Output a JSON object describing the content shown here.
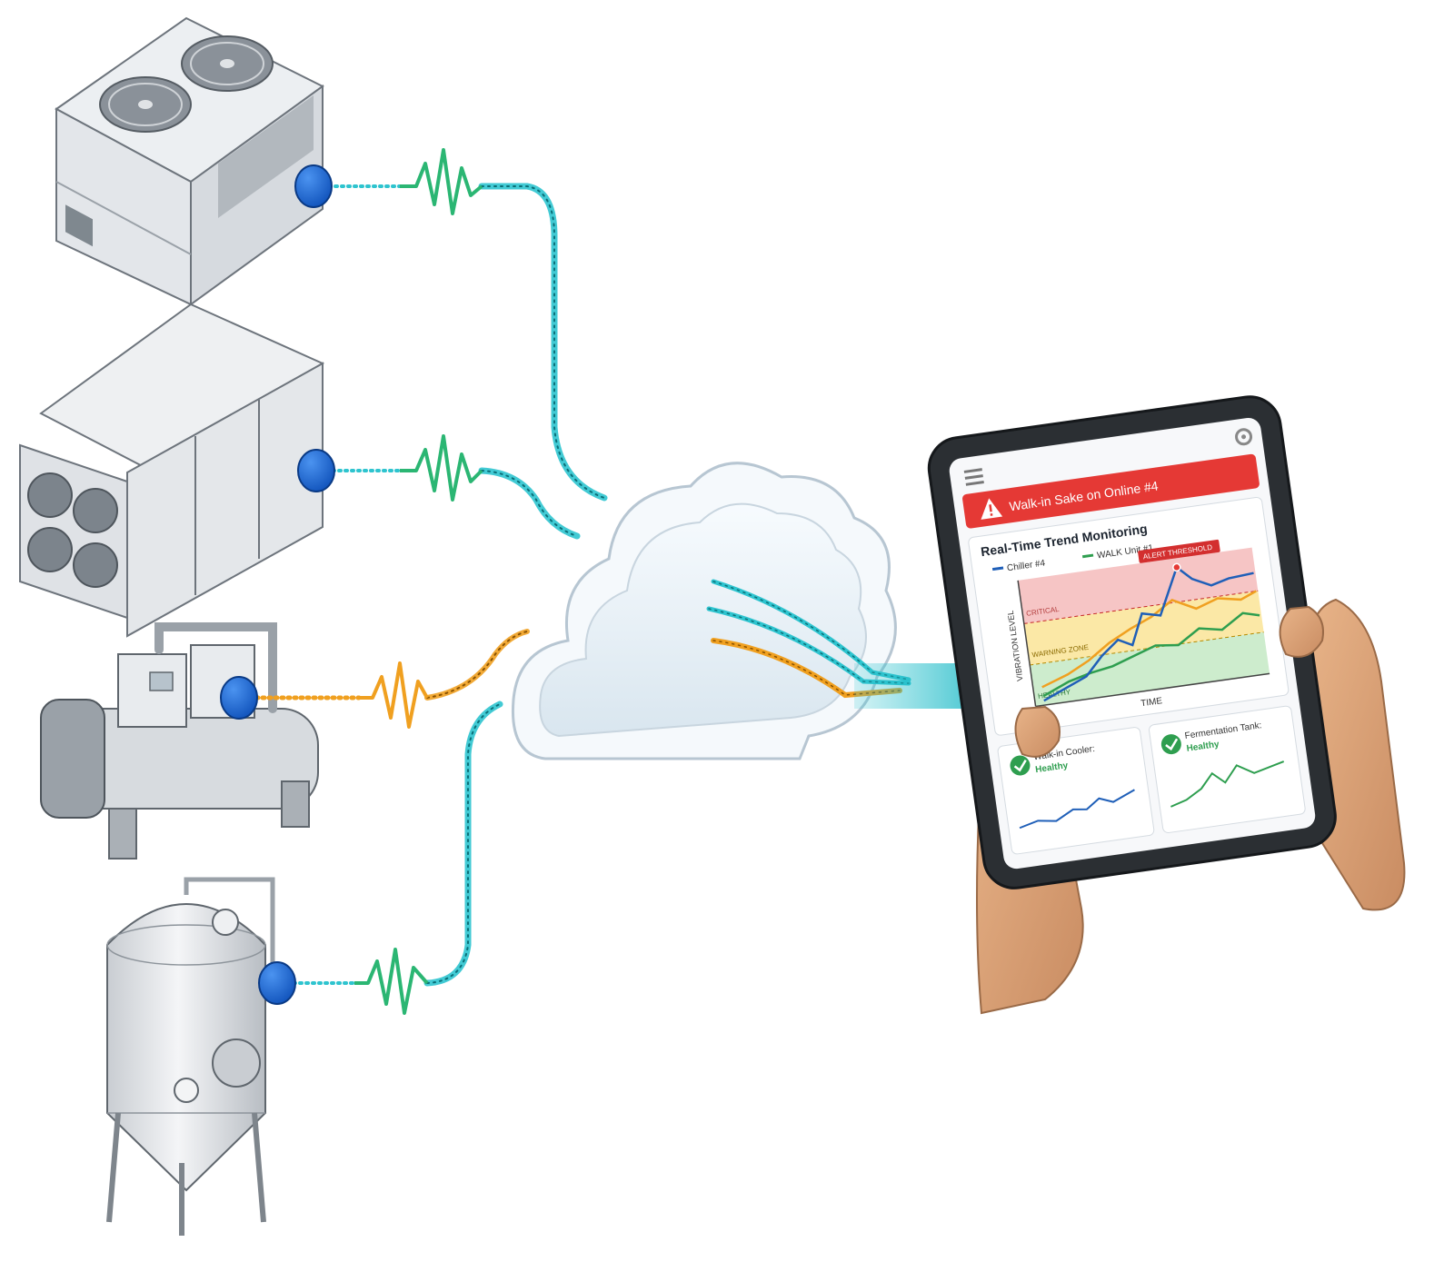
{
  "tablet": {
    "alert_banner": "Walk-in Sake on Online #4",
    "chart_title": "Real-Time Trend Monitoring",
    "legend": [
      "Chiller #4",
      "WALK Unit #1"
    ],
    "alert_tag": "ALERT THRESHOLD",
    "zone_labels": [
      "CRITICAL",
      "WARNING ZONE",
      "HEALTHY"
    ],
    "y_axis_label": "VIBRATION LEVEL",
    "x_axis_label": "TIME",
    "cards": [
      {
        "title": "Walk-in Cooler:",
        "status": "Healthy"
      },
      {
        "title": "Fermentation Tank:",
        "status": "Healthy"
      }
    ]
  },
  "colors": {
    "sensor": "#1565d8",
    "signal_normal": "#2bb673",
    "signal_warning": "#f0a020",
    "link": "#2ec4cf",
    "alert": "#e53935",
    "ok": "#2e9e4f"
  },
  "icons": [
    "menu-icon",
    "gear-icon",
    "warning-icon",
    "check-icon",
    "cloud-icon",
    "sensor-icon"
  ]
}
